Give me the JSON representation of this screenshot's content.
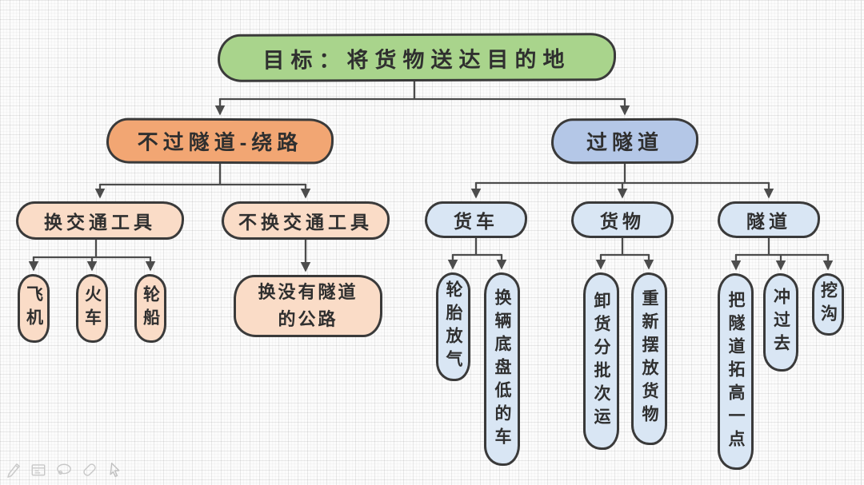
{
  "app": {
    "type": "whiteboard-mindmap",
    "palette": {
      "root_fill": "#a9d48c",
      "branch_left_fill": "#f2a673",
      "branch_right_fill": "#b4c7e7",
      "leaf_left_fill": "#fadcc7",
      "leaf_right_fill": "#d9e6f4",
      "outline": "#3a3a3a",
      "connector": "#4c4c4c",
      "grid_paper": "#fcfcfc"
    }
  },
  "mindmap": {
    "root": {
      "label": "目标：将货物送达目的地"
    },
    "branches": [
      {
        "label": "不过隧道-绕路",
        "children": [
          {
            "label": "换交通工具",
            "children": [
              {
                "label": "飞机"
              },
              {
                "label": "火车"
              },
              {
                "label": "轮船"
              }
            ]
          },
          {
            "label": "不换交通工具",
            "children": [
              {
                "label": "换没有隧道\n的公路"
              }
            ]
          }
        ]
      },
      {
        "label": "过隧道",
        "children": [
          {
            "label": "货车",
            "children": [
              {
                "label": "轮胎放气"
              },
              {
                "label": "换辆底盘低的车"
              }
            ]
          },
          {
            "label": "货物",
            "children": [
              {
                "label": "卸货分批次运"
              },
              {
                "label": "重新摆放货物"
              }
            ]
          },
          {
            "label": "隧道",
            "children": [
              {
                "label": "把隧道拓高一点"
              },
              {
                "label": "冲过去"
              },
              {
                "label": "挖沟"
              }
            ]
          }
        ]
      }
    ]
  },
  "toolbar": {
    "icons": [
      "pen-icon",
      "board-icon",
      "lasso-icon",
      "eraser-icon",
      "cursor-icon"
    ]
  }
}
